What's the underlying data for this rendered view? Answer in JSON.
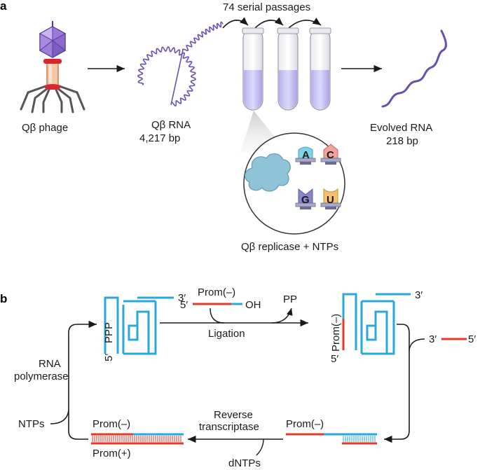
{
  "panel_a": {
    "label": "a",
    "phage_label": "Qβ phage",
    "rna_label": "Qβ RNA",
    "rna_size": "4,217 bp",
    "passages_label": "74 serial passages",
    "evolved_label": "Evolved RNA",
    "evolved_size": "218 bp",
    "replicase_label": "Qβ replicase + NTPs",
    "nucleotides": [
      {
        "letter": "A",
        "color": "#7fd3e6"
      },
      {
        "letter": "C",
        "color": "#f0a39b"
      },
      {
        "letter": "G",
        "color": "#8b86c9"
      },
      {
        "letter": "U",
        "color": "#f2c36b"
      }
    ]
  },
  "panel_b": {
    "label": "b",
    "ppp_label": "PPP",
    "five_prime": "5′",
    "three_prime": "3′",
    "prom_minus": "Prom(–)",
    "prom_plus": "Prom(+)",
    "oh_label": "OH",
    "pp_label": "PP",
    "ligation_label": "Ligation",
    "rna_polymerase_line1": "RNA",
    "rna_polymerase_line2": "polymerase",
    "ntps_label": "NTPs",
    "reverse_line1": "Reverse",
    "reverse_line2": "transcriptase",
    "dntps_label": "dNTPs"
  },
  "colors": {
    "rna_blue": "#2aa8dc",
    "prom_red": "#e03a2a",
    "phage_purple": "#8b5cc7",
    "tube_liquid": "#c9c6f0",
    "protein": "#8ec3d8",
    "wave_purple": "#6a4fb3"
  }
}
